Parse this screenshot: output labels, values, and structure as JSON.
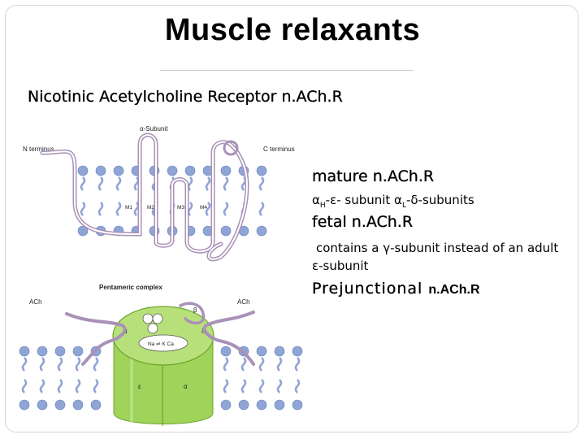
{
  "slide": {
    "title": "Muscle relaxants",
    "subtitle": "Nicotinic  Acetylcholine Receptor  n.ACh.R"
  },
  "figure": {
    "alpha_subunit_label": "α-Subunit",
    "n_terminus_label": "N terminus",
    "c_terminus_label": "C terminus",
    "m1_label": "M1",
    "m2_label": "M2",
    "m3_label": "M3",
    "m4_label": "M4",
    "pentameric_label": "Pentameric complex",
    "ach_left_label": "ACh",
    "ach_right_label": "ACh",
    "beta_label": "β",
    "delta_label": "δ",
    "alpha_top_label": "α",
    "epsilon_label": "ε",
    "alpha_bottom_label": "α",
    "ion_label": "Na ⇌ K  Ca",
    "membrane_color": "#8fa5d6",
    "chain_color": "#a991b8",
    "cylinder_color": "#9fd35a"
  },
  "content": {
    "mature_heading": "mature n.ACh.R",
    "subunits_alpha_h": "α",
    "subunits_h_sub": "H",
    "subunits_mid": "-ε- subunit   α",
    "subunits_l_sub": "L",
    "subunits_end": "-δ-subunits",
    "fetal_heading": "fetal n.ACh.R",
    "contains_text": "contains a γ-subunit instead of an adult ε-subunit",
    "prejunctional_word": "Prejunctional",
    "prejunctional_abbrev": "n.ACh.R"
  }
}
